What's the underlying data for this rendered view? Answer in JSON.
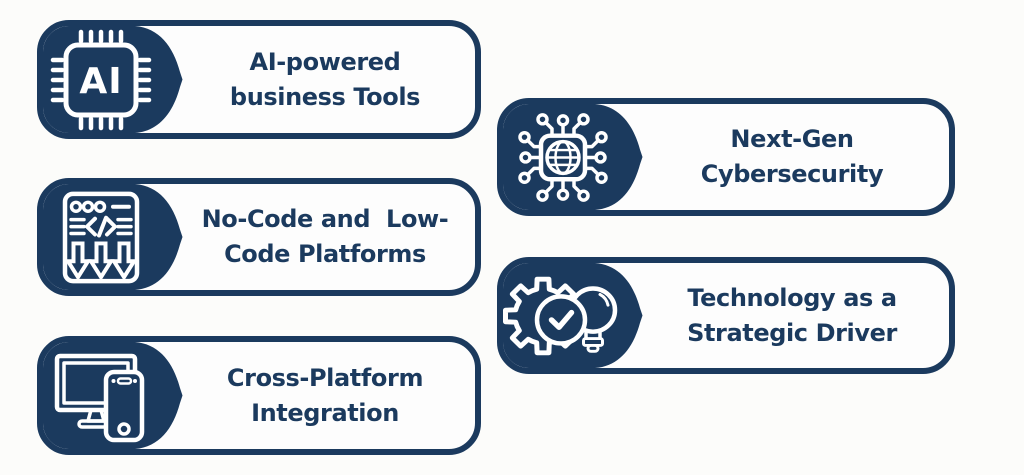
{
  "figure": {
    "accent_navy": "#1b3a5e",
    "background": "#fcfcfa",
    "card_fill": "#fdfdfd"
  },
  "cards": [
    {
      "icon": "ai-chip-icon",
      "label_line1": "AI-powered",
      "label_line2": "business Tools"
    },
    {
      "icon": "code-window-icon",
      "label_line1": "No-Code and  Low-",
      "label_line2": "Code Platforms"
    },
    {
      "icon": "cross-device-icon",
      "label_line1": "Cross-Platform",
      "label_line2": "Integration"
    },
    {
      "icon": "network-chip-icon",
      "label_line1": "Next-Gen",
      "label_line2": "Cybersecurity"
    },
    {
      "icon": "gear-lightbulb-icon",
      "label_line1": "Technology as a",
      "label_line2": "Strategic Driver"
    }
  ],
  "ai_chip": {
    "text": "AI"
  }
}
